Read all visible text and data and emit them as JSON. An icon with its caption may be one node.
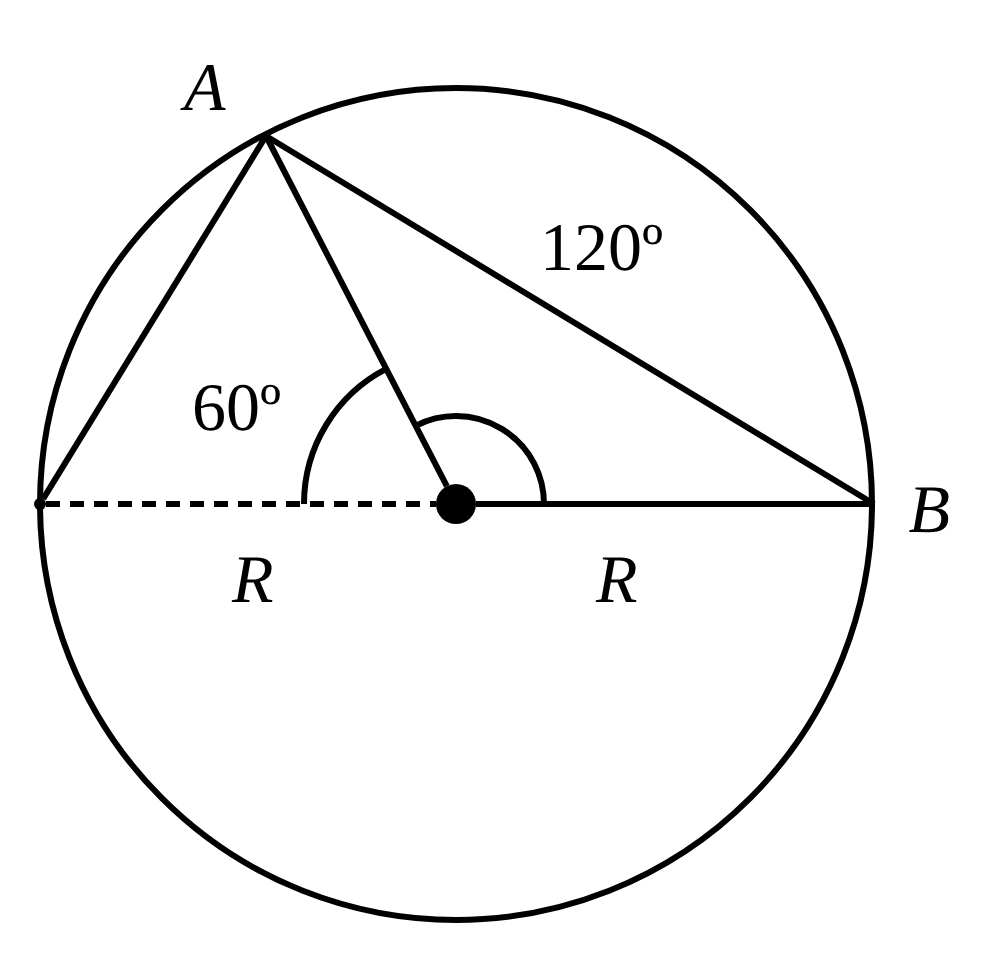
{
  "diagram": {
    "nodes": [
      {
        "text": [
          "A"
        ]
      },
      {
        "text": [
          "B"
        ]
      },
      {
        "text": [],
        "shape": "circle"
      },
      {
        "text": [],
        "shape": "point"
      }
    ],
    "edges": [
      {
        "from": 0,
        "to": 3,
        "arrow": "none"
      },
      {
        "from": 0,
        "to": 2,
        "arrow": "none"
      },
      {
        "from": 0,
        "to": 1,
        "arrow": "none"
      },
      {
        "from": 2,
        "to": 1,
        "arrow": "none"
      },
      {
        "from": 3,
        "to": 2,
        "arrow": "none",
        "style": "dashed"
      }
    ],
    "labels": [
      "120º",
      "60º",
      "R",
      "R"
    ]
  }
}
